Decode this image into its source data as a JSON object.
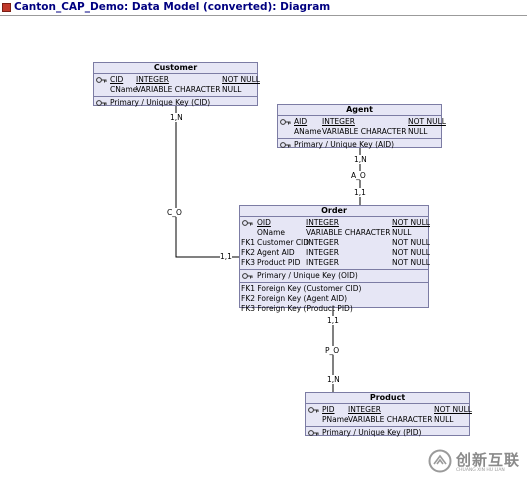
{
  "window": {
    "title": "Canton_CAP_Demo: Data Model (converted): Diagram"
  },
  "entities": {
    "customer": {
      "name": "Customer",
      "columns": [
        {
          "prefix": "",
          "name": "CID",
          "type": "INTEGER",
          "nullability": "NOT NULL",
          "pk": true
        },
        {
          "prefix": "",
          "name": "CName",
          "type": "VARIABLE CHARACTER",
          "nullability": "NULL",
          "pk": false
        }
      ],
      "keys": [
        "Primary / Unique Key (CID)"
      ]
    },
    "agent": {
      "name": "Agent",
      "columns": [
        {
          "prefix": "",
          "name": "AID",
          "type": "INTEGER",
          "nullability": "NOT NULL",
          "pk": true
        },
        {
          "prefix": "",
          "name": "AName",
          "type": "VARIABLE CHARACTER",
          "nullability": "NULL",
          "pk": false
        }
      ],
      "keys": [
        "Primary / Unique Key (AID)"
      ]
    },
    "order": {
      "name": "Order",
      "columns": [
        {
          "prefix": "",
          "name": "OID",
          "type": "INTEGER",
          "nullability": "NOT NULL",
          "pk": true
        },
        {
          "prefix": "",
          "name": "OName",
          "type": "VARIABLE CHARACTER",
          "nullability": "NULL",
          "pk": false
        },
        {
          "prefix": "FK1",
          "name": "Customer CID",
          "type": "INTEGER",
          "nullability": "NOT NULL",
          "pk": false
        },
        {
          "prefix": "FK2",
          "name": "Agent AID",
          "type": "INTEGER",
          "nullability": "NOT NULL",
          "pk": false
        },
        {
          "prefix": "FK3",
          "name": "Product PID",
          "type": "INTEGER",
          "nullability": "NOT NULL",
          "pk": false
        }
      ],
      "keys": [
        "Primary / Unique Key (OID)"
      ],
      "foreign_keys": [
        "FK1 Foreign Key (Customer CID)",
        "FK2 Foreign Key (Agent AID)",
        "FK3 Foreign Key (Product PID)"
      ]
    },
    "product": {
      "name": "Product",
      "columns": [
        {
          "prefix": "",
          "name": "PID",
          "type": "INTEGER",
          "nullability": "NOT NULL",
          "pk": true
        },
        {
          "prefix": "",
          "name": "PName",
          "type": "VARIABLE CHARACTER",
          "nullability": "NULL",
          "pk": false
        }
      ],
      "keys": [
        "Primary / Unique Key (PID)"
      ]
    }
  },
  "relationships": {
    "customer_order": {
      "label": "C_O",
      "card_parent": "1,N",
      "card_child": "1,1"
    },
    "agent_order": {
      "label": "A_O",
      "card_parent": "1,N",
      "card_child": "1,1"
    },
    "product_order": {
      "label": "P_O",
      "card_parent": "1,1",
      "card_child": "1,N"
    }
  },
  "watermark": {
    "text": "创新互联",
    "subtext": "CHUANG XIN HU LIAN"
  }
}
